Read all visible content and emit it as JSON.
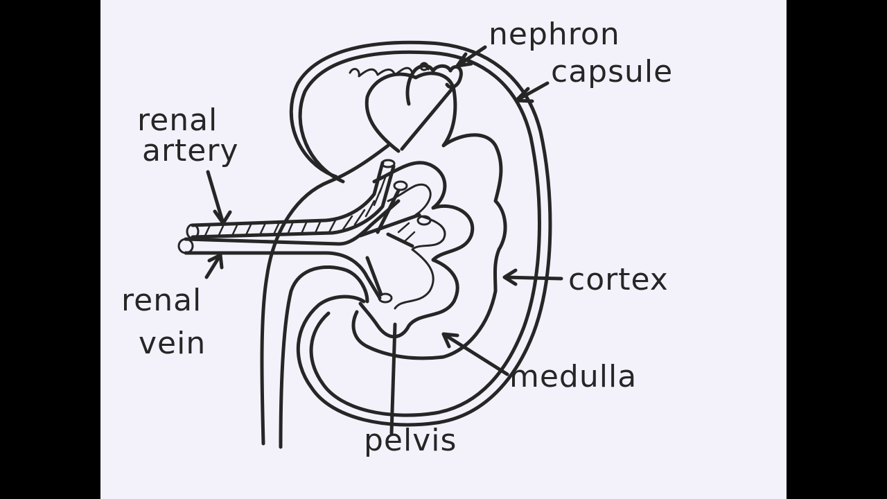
{
  "colors": {
    "background": "#000000",
    "paper": "#f3f2fb",
    "ink": "#262626"
  },
  "labels": {
    "nephron": "nephron",
    "capsule": "capsule",
    "renal_artery_line1": "renal",
    "renal_artery_line2": "artery",
    "renal_vein_line1": "renal",
    "renal_vein_line2": "vein",
    "cortex": "cortex",
    "medulla": "medulla",
    "pelvis": "pelvis"
  }
}
